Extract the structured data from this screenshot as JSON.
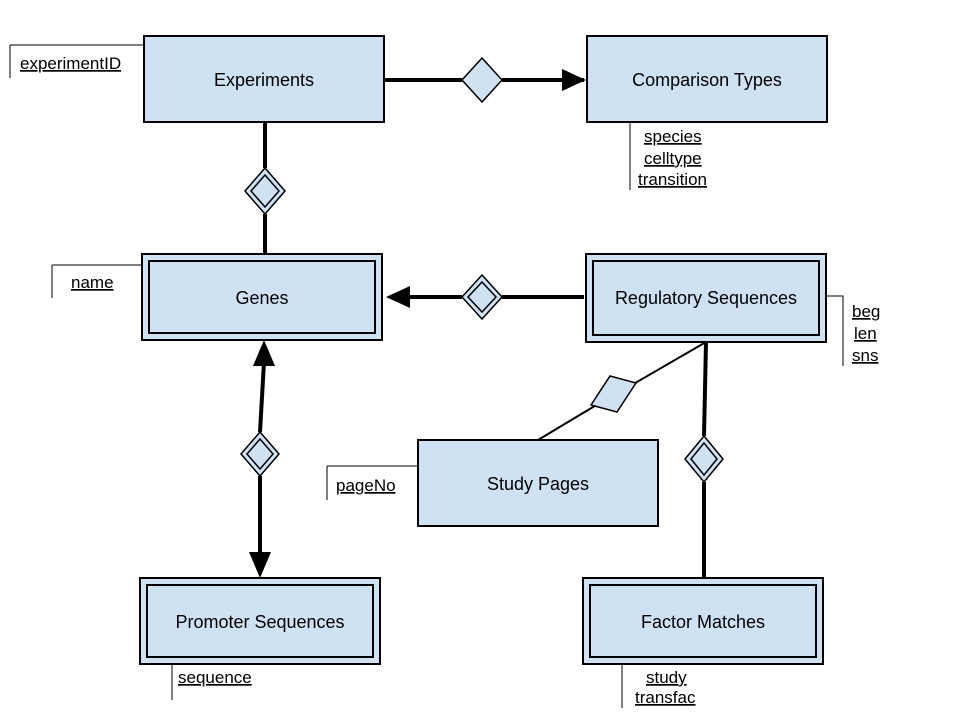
{
  "colors": {
    "entity_fill": "#cfe2f3",
    "stroke": "#000000",
    "background": "#ffffff"
  },
  "entities": {
    "experiments": "Experiments",
    "comparison_types": "Comparison Types",
    "genes": "Genes",
    "regulatory_sequences": "Regulatory Sequences",
    "study_pages": "Study Pages",
    "promoter_sequences": "Promoter Sequences",
    "factor_matches": "Factor Matches"
  },
  "attributes": {
    "experiments": [
      "experimentID"
    ],
    "comparison_types": [
      "species",
      "celltype",
      "transition"
    ],
    "genes": [
      "name"
    ],
    "regulatory_sequences": [
      "beg",
      "len",
      "sns"
    ],
    "study_pages": [
      "pageNo"
    ],
    "promoter_sequences": [
      "sequence"
    ],
    "factor_matches": [
      "study",
      "transfac"
    ]
  }
}
